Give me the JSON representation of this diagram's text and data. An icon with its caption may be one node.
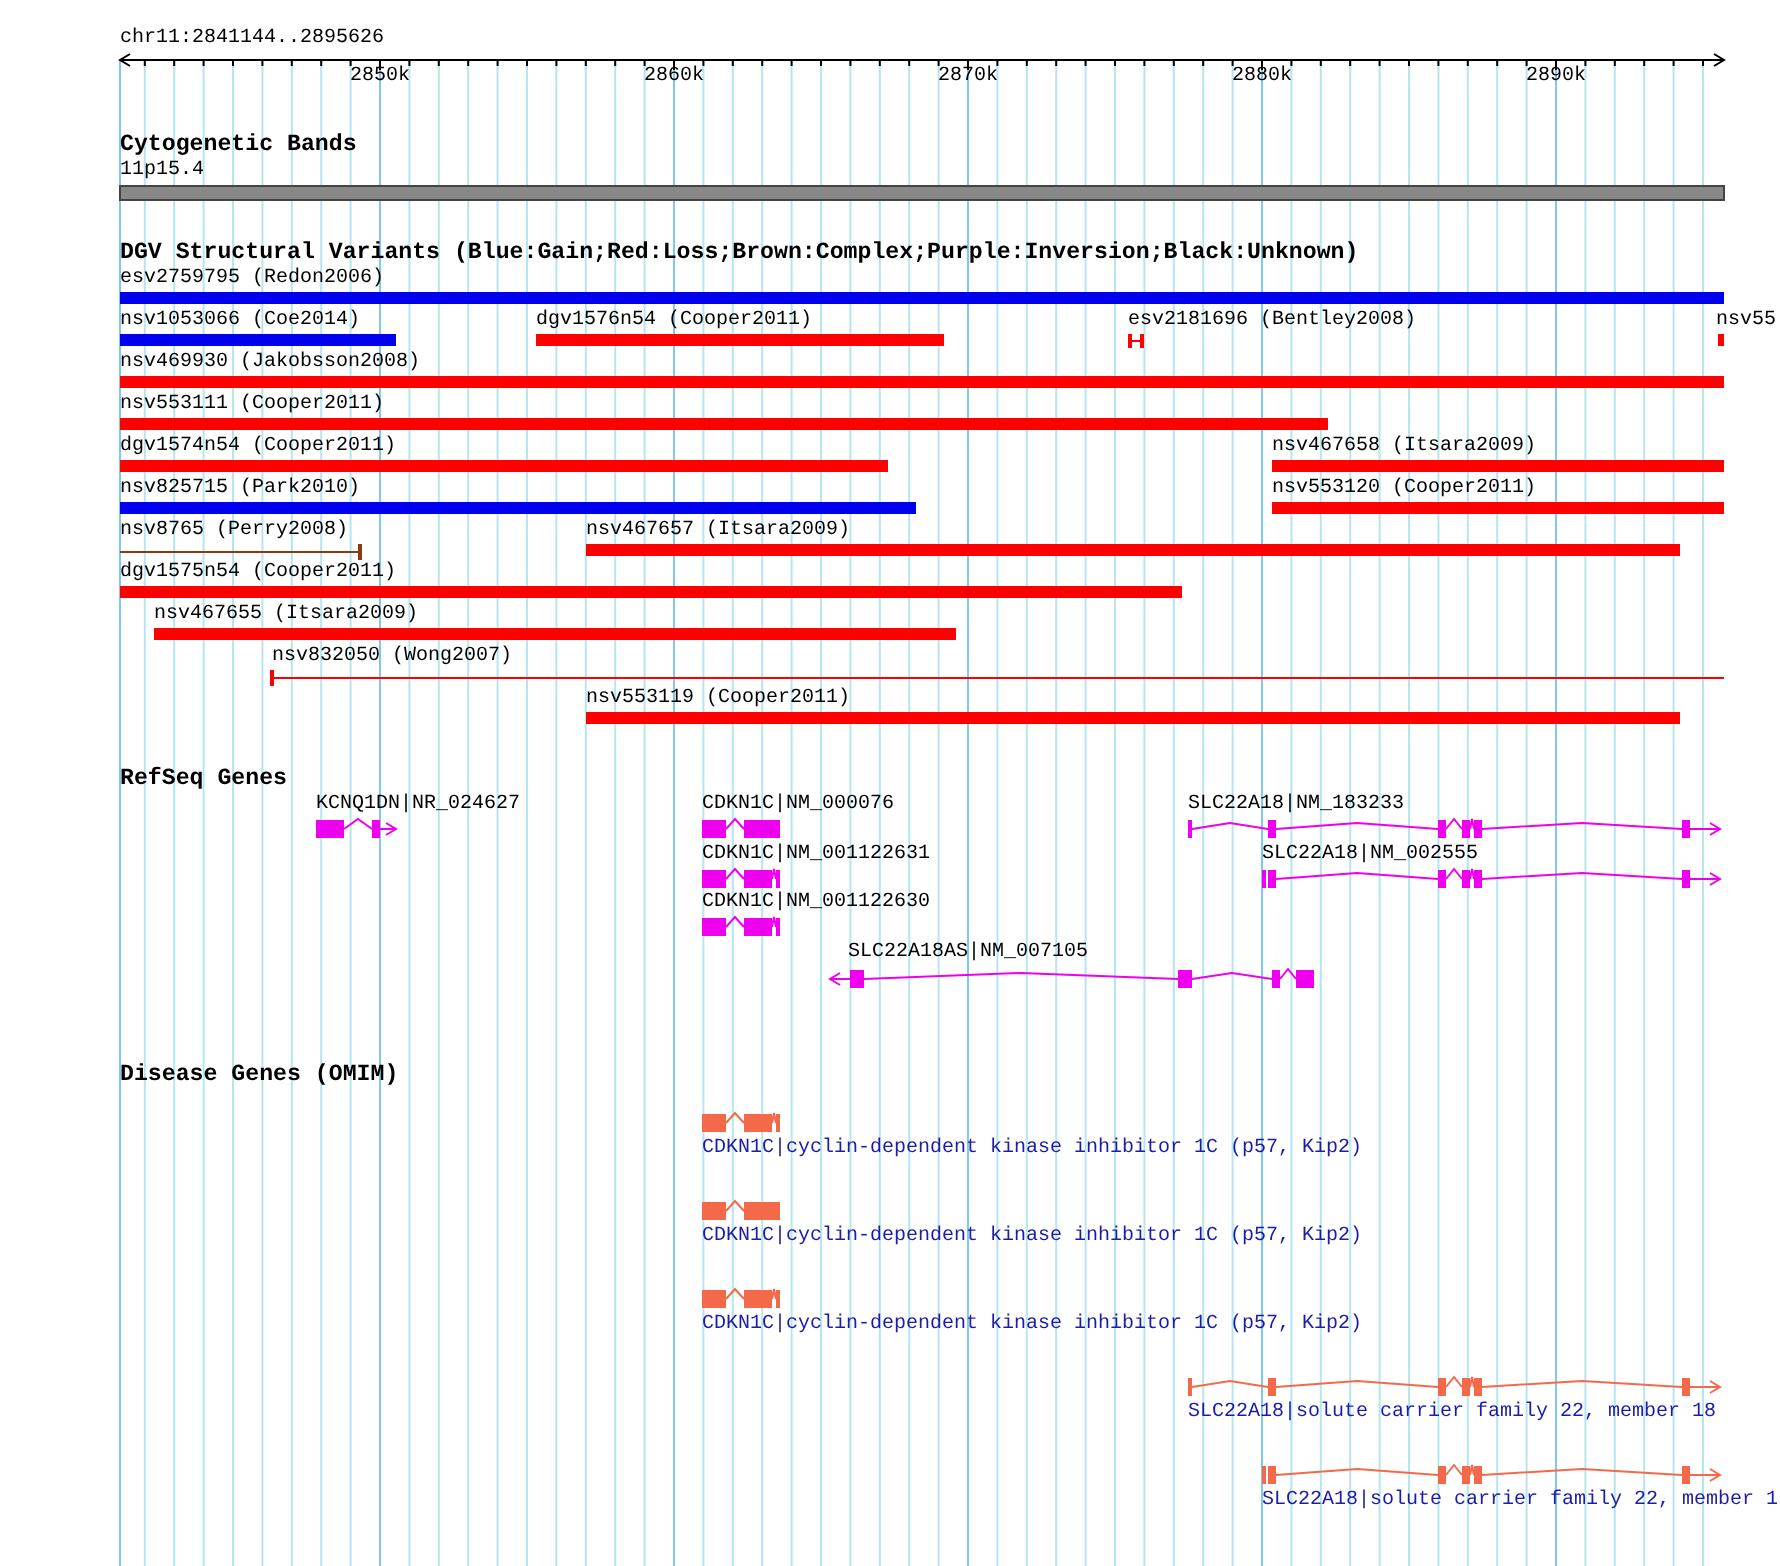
{
  "diagram": {
    "labels": [
      "chr11:2841144..2895626",
      "2850k",
      "2860k",
      "2870k",
      "2880k",
      "2890k",
      "Cytogenetic Bands",
      "11p15.4",
      "DGV Structural Variants (Blue:Gain;Red:Loss;Brown:Complex;Purple:Inversion;Black:Unknown)",
      "esv2759795 (Redon2006)",
      "nsv1053066 (Coe2014)",
      "dgv1576n54 (Cooper2011)",
      "esv2181696 (Bentley2008)",
      "nsv55",
      "nsv469930 (Jakobsson2008)",
      "nsv553111 (Cooper2011)",
      "dgv1574n54 (Cooper2011)",
      "nsv467658 (Itsara2009)",
      "nsv825715 (Park2010)",
      "nsv553120 (Cooper2011)",
      "nsv8765 (Perry2008)",
      "nsv467657 (Itsara2009)",
      "dgv1575n54 (Cooper2011)",
      "nsv467655 (Itsara2009)",
      "nsv832050 (Wong2007)",
      "nsv553119 (Cooper2011)",
      "RefSeq Genes",
      "KCNQ1DN|NR_024627",
      "CDKN1C|NM_000076",
      "SLC22A18|NM_183233",
      "CDKN1C|NM_001122631",
      "SLC22A18|NM_002555",
      "CDKN1C|NM_001122630",
      "SLC22A18AS|NM_007105",
      "Disease Genes (OMIM)",
      "CDKN1C|cyclin-dependent kinase inhibitor 1C (p57, Kip2)",
      "CDKN1C|cyclin-dependent kinase inhibitor 1C (p57, Kip2)",
      "CDKN1C|cyclin-dependent kinase inhibitor 1C (p57, Kip2)",
      "SLC22A18|solute carrier family 22, member 18",
      "SLC22A18|solute carrier family 22, member 1"
    ]
  }
}
